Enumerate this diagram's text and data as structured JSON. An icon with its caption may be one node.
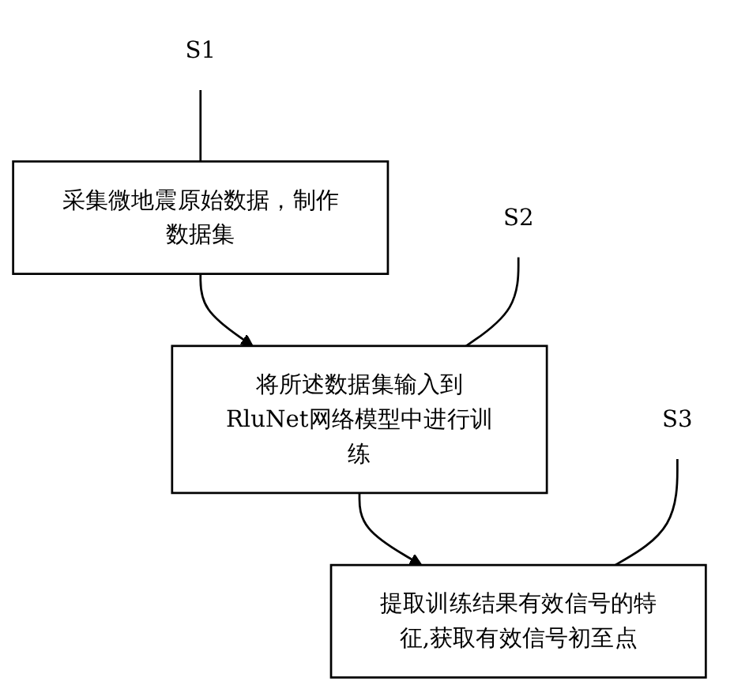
{
  "diagram": {
    "nodes": [
      {
        "text": [
          "采集微地震原始数据，制作数据集"
        ]
      },
      {
        "text": [
          "S1"
        ]
      },
      {
        "text": [
          "将所述数据集输入到RluNet网络模型中进行训练"
        ]
      },
      {
        "text": [
          "S2"
        ]
      },
      {
        "text": [
          "提取训练结果有效信号的特征,获取有效信号初至点"
        ]
      },
      {
        "text": [
          "S3"
        ]
      }
    ],
    "edges": [
      {
        "from": 0,
        "to": 2,
        "arrow": "to"
      },
      {
        "from": 2,
        "to": 4,
        "arrow": "to"
      },
      {
        "from": 1,
        "to": 0,
        "arrow": "none"
      },
      {
        "from": 3,
        "to": 2,
        "arrow": "none"
      },
      {
        "from": 5,
        "to": 4,
        "arrow": "none"
      }
    ]
  }
}
